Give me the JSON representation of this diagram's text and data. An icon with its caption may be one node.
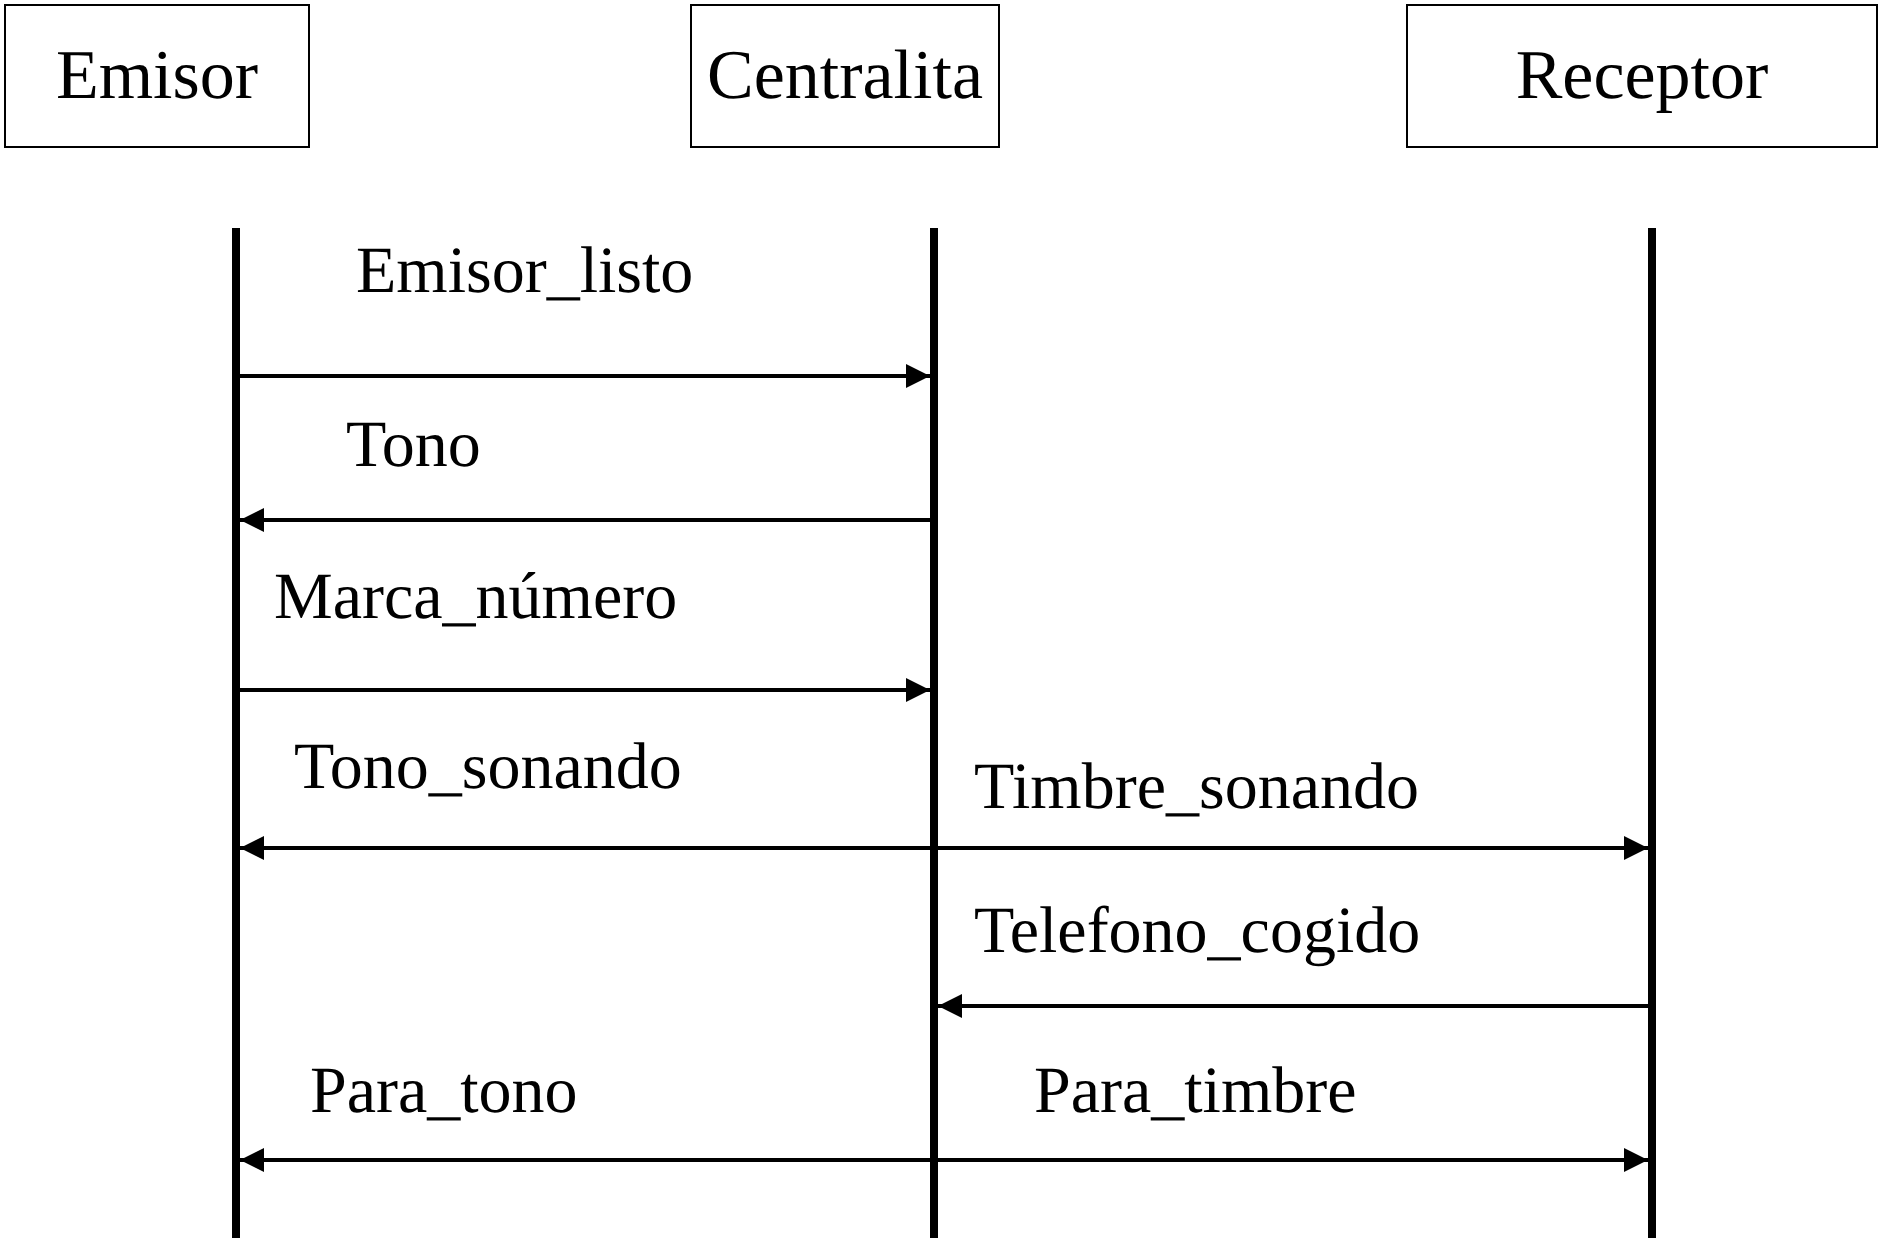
{
  "diagram": {
    "nodes": [
      {
        "text": [
          "Emisor"
        ]
      },
      {
        "text": [
          "Centralita"
        ]
      },
      {
        "text": [
          "Receptor"
        ]
      },
      {
        "text": [],
        "shape": "bar"
      },
      {
        "text": [],
        "shape": "bar"
      },
      {
        "text": [],
        "shape": "bar"
      }
    ],
    "edges": [
      {
        "from": 3,
        "to": 4,
        "arrow": "to",
        "label": "Emisor_listo"
      },
      {
        "from": 4,
        "to": 3,
        "arrow": "to",
        "label": "Tono"
      },
      {
        "from": 3,
        "to": 4,
        "arrow": "to",
        "label": "Marca_número"
      },
      {
        "from": 4,
        "to": 3,
        "arrow": "to",
        "label": "Tono_sonando"
      },
      {
        "from": 4,
        "to": 5,
        "arrow": "to",
        "label": "Timbre_sonando"
      },
      {
        "from": 5,
        "to": 4,
        "arrow": "to",
        "label": "Telefono_cogido"
      },
      {
        "from": 4,
        "to": 3,
        "arrow": "to",
        "label": "Para_tono"
      },
      {
        "from": 4,
        "to": 5,
        "arrow": "to",
        "label": "Para_timbre"
      }
    ]
  }
}
